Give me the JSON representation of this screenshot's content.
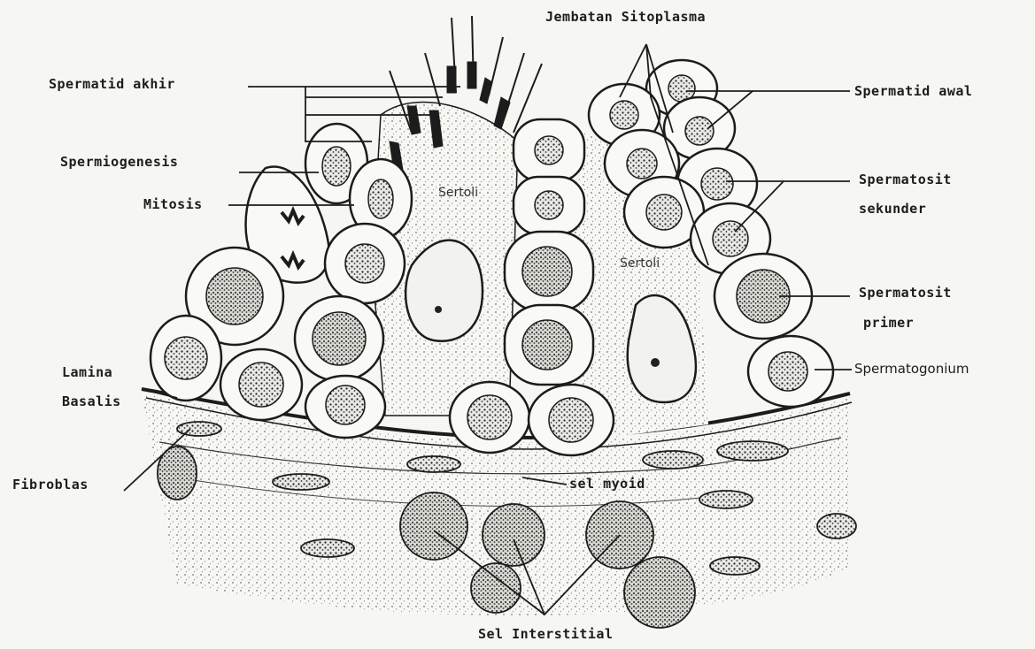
{
  "labels": {
    "jembatan_sitoplasma": "Jembatan Sitoplasma",
    "spermatid_akhir": "Spermatid akhir",
    "spermatid_awal": "Spermatid awal",
    "spermiogenesis": "Spermiogenesis",
    "mitosis": "Mitosis",
    "spermatosit_sekunder_1": "Spermatosit",
    "spermatosit_sekunder_2": "sekunder",
    "spermatosit_primer_1": "Spermatosit",
    "spermatosit_primer_2": "primer",
    "spermatogonium": "Spermatogonium",
    "lamina_1": "Lamina",
    "lamina_2": "Basalis",
    "fibroblas": "Fibroblas",
    "sel_myoid": "sel myoid",
    "sel_interstitial": "Sel Interstitial",
    "sertoli_1": "Sertoli",
    "sertoli_2": "Sertoli"
  },
  "colors": {
    "ink": "#1c1c1c",
    "paper": "#f6f6f3",
    "cell_fill": "#f9f9f6"
  }
}
